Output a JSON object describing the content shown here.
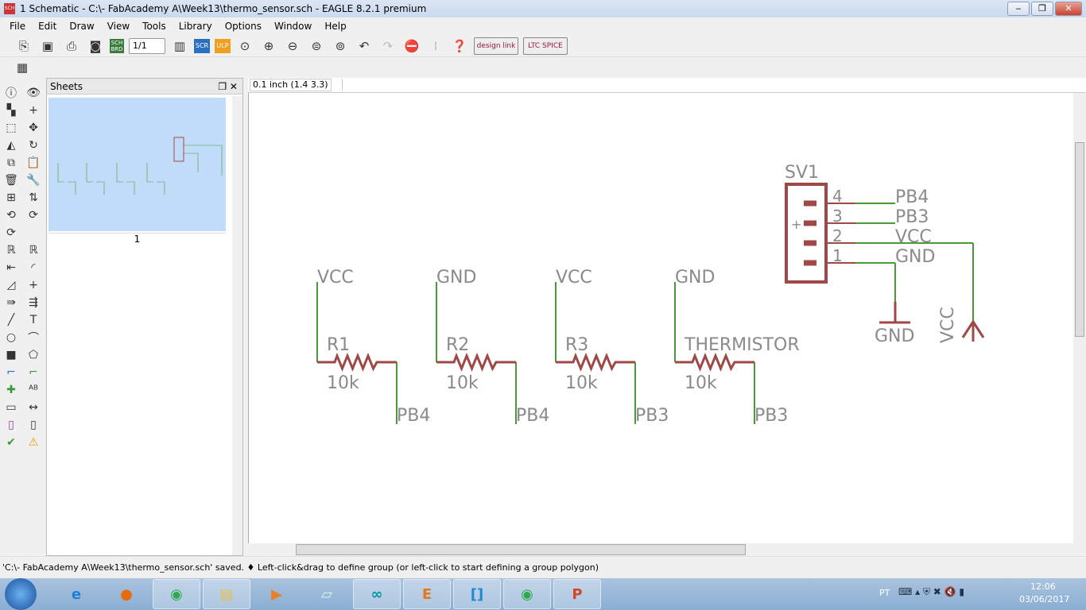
{
  "window": {
    "title": "1 Schematic - C:\\- FabAcademy A\\Week13\\thermo_sensor.sch - EAGLE 8.2.1 premium",
    "app_icon": "SCH",
    "minimize": "‒",
    "maximize": "❐",
    "close": "✕"
  },
  "menu": [
    "File",
    "Edit",
    "Draw",
    "View",
    "Tools",
    "Library",
    "Options",
    "Window",
    "Help"
  ],
  "toolbar": {
    "sheet_select": "1/1",
    "sch_brd": "SCH BRD",
    "scr": "SCR",
    "ulp": "ULP",
    "designlink": "design link",
    "ltspice": "LTC SPICE"
  },
  "sheets_panel": {
    "title": "Sheets",
    "sheet_number": "1"
  },
  "command_line": {
    "grid_info": "0.1 inch (1.4 3.3)",
    "value": ""
  },
  "schematic": {
    "resistors": [
      {
        "name": "R1",
        "value": "10k",
        "top_net": "VCC",
        "bottom_net": "PB4"
      },
      {
        "name": "R2",
        "value": "10k",
        "top_net": "GND",
        "bottom_net": "PB4"
      },
      {
        "name": "R3",
        "value": "10k",
        "top_net": "VCC",
        "bottom_net": "PB3"
      },
      {
        "name": "THERMISTOR",
        "value": "10k",
        "top_net": "GND",
        "bottom_net": "PB3"
      }
    ],
    "connector": {
      "name": "SV1",
      "pins": [
        {
          "num": "4",
          "net": "PB4"
        },
        {
          "num": "3",
          "net": "PB3"
        },
        {
          "num": "2",
          "net": "VCC"
        },
        {
          "num": "1",
          "net": "GND"
        }
      ]
    },
    "gnd_symbol": "GND",
    "vcc_symbol": "VCC",
    "colors": {
      "wire": "#4a9a3a",
      "symbol": "#a04848",
      "text": "#8a8a8a"
    }
  },
  "status": "'C:\\- FabAcademy A\\Week13\\thermo_sensor.sch' saved.  ♦ Left-click&drag to define group (or left-click to start defining a group polygon)",
  "taskbar": {
    "lang": "PT",
    "time": "12:06",
    "date": "03/06/2017"
  }
}
